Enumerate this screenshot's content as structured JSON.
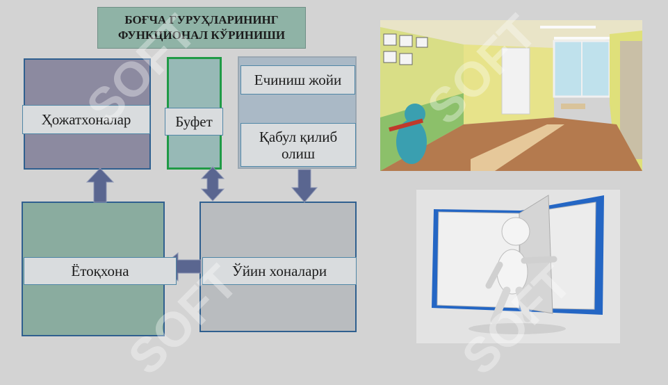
{
  "title": {
    "line1": "БОҒЧА ГУРУҲЛАРИНИНГ",
    "line2": "ФУНКЦИОНАЛ КЎРИНИШИ"
  },
  "rooms": {
    "toilets": "Ҳожатхоналар",
    "buffet": "Буфет",
    "changing": "Ечиниш жойи",
    "reception": "Қабул қилиб олиш",
    "bedroom": "Ётоқхона",
    "playrooms": "Ўйин хоналари"
  },
  "watermark": "SOFT",
  "colors": {
    "toilets_fill": "#8c8aa0",
    "buffet_fill": "#97b9b6",
    "buffet_border": "#1f9a45",
    "changing_fill": "#aab9c6",
    "bedroom_fill": "#8aac9f",
    "playrooms_fill": "#b9bcbf",
    "arrow_fill": "#5a6690"
  }
}
